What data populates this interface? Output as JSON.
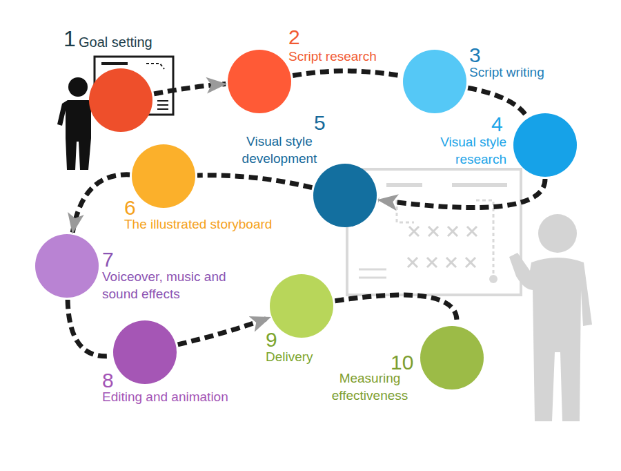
{
  "diagram": {
    "nodes": [
      {
        "text": [
          "1",
          "Goal setting"
        ]
      },
      {
        "text": [
          "2",
          "Script research"
        ]
      },
      {
        "text": [
          "3",
          "Script writing"
        ]
      },
      {
        "text": [
          "4",
          "Visual style research"
        ]
      },
      {
        "text": [
          "5",
          "Visual style development"
        ]
      },
      {
        "text": [
          "6",
          "The illustrated storyboard"
        ]
      },
      {
        "text": [
          "7",
          "Voiceover, music and sound effects"
        ]
      },
      {
        "text": [
          "8",
          "Editing and animation"
        ]
      },
      {
        "text": [
          "9",
          "Delivery"
        ]
      },
      {
        "text": [
          "10",
          "Measuring effectiveness"
        ]
      }
    ],
    "edges": [
      {
        "from": 0,
        "to": 1,
        "arrow": "to"
      },
      {
        "from": 1,
        "to": 2,
        "arrow": "none"
      },
      {
        "from": 2,
        "to": 3,
        "arrow": "none"
      },
      {
        "from": 3,
        "to": 4,
        "arrow": "to"
      },
      {
        "from": 4,
        "to": 5,
        "arrow": "none"
      },
      {
        "from": 5,
        "to": 6,
        "arrow": "to"
      },
      {
        "from": 6,
        "to": 7,
        "arrow": "none"
      },
      {
        "from": 7,
        "to": 8,
        "arrow": "to"
      },
      {
        "from": 8,
        "to": 9,
        "arrow": "none"
      }
    ]
  }
}
